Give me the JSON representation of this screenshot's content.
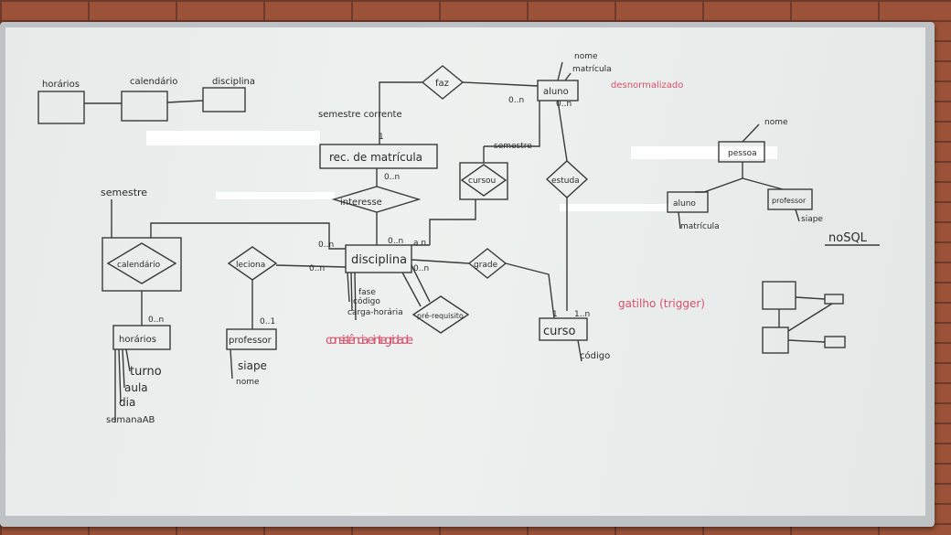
{
  "whiteboard": {
    "top_boxes": [
      "horários",
      "calendário",
      "disciplina"
    ],
    "er": {
      "semestre_corrente": "semestre corrente",
      "rec_matricula": "rec. de matrícula",
      "interesse": "interesse",
      "faz": "faz",
      "aluno": "aluno",
      "aluno_attrs": [
        "nome",
        "matrícula"
      ],
      "aluno_note": "desnormalizado",
      "cursou": "cursou",
      "semestre": "semestre",
      "estuda": "estuda",
      "disciplina": "disciplina",
      "disciplina_attrs": [
        "fase",
        "código",
        "carga-horária"
      ],
      "prerequisito": "pré-requisito",
      "grade": "grade",
      "curso": "curso",
      "curso_attr": "código",
      "trigger_note": "gatilho (trigger)",
      "leciona": "leciona",
      "professor": "professor",
      "professor_attrs": [
        "siape",
        "nome"
      ],
      "calendario": "calendário",
      "semestre_attr": "semestre",
      "horarios": "horários",
      "horarios_attrs": [
        "turno",
        "aula",
        "dia",
        "semanaAB"
      ],
      "consistencia": "consistência e integridade",
      "card_0n": "0..n",
      "card_1": "1",
      "card_01": "0..1",
      "card_an": "a n",
      "card_1n": "1..n"
    },
    "nosql": {
      "pessoa": "pessoa",
      "pessoa_attr": "nome",
      "aluno": "aluno",
      "aluno_attr": "matrícula",
      "professor": "professor",
      "professor_attr": "siape",
      "label": "noSQL"
    }
  }
}
